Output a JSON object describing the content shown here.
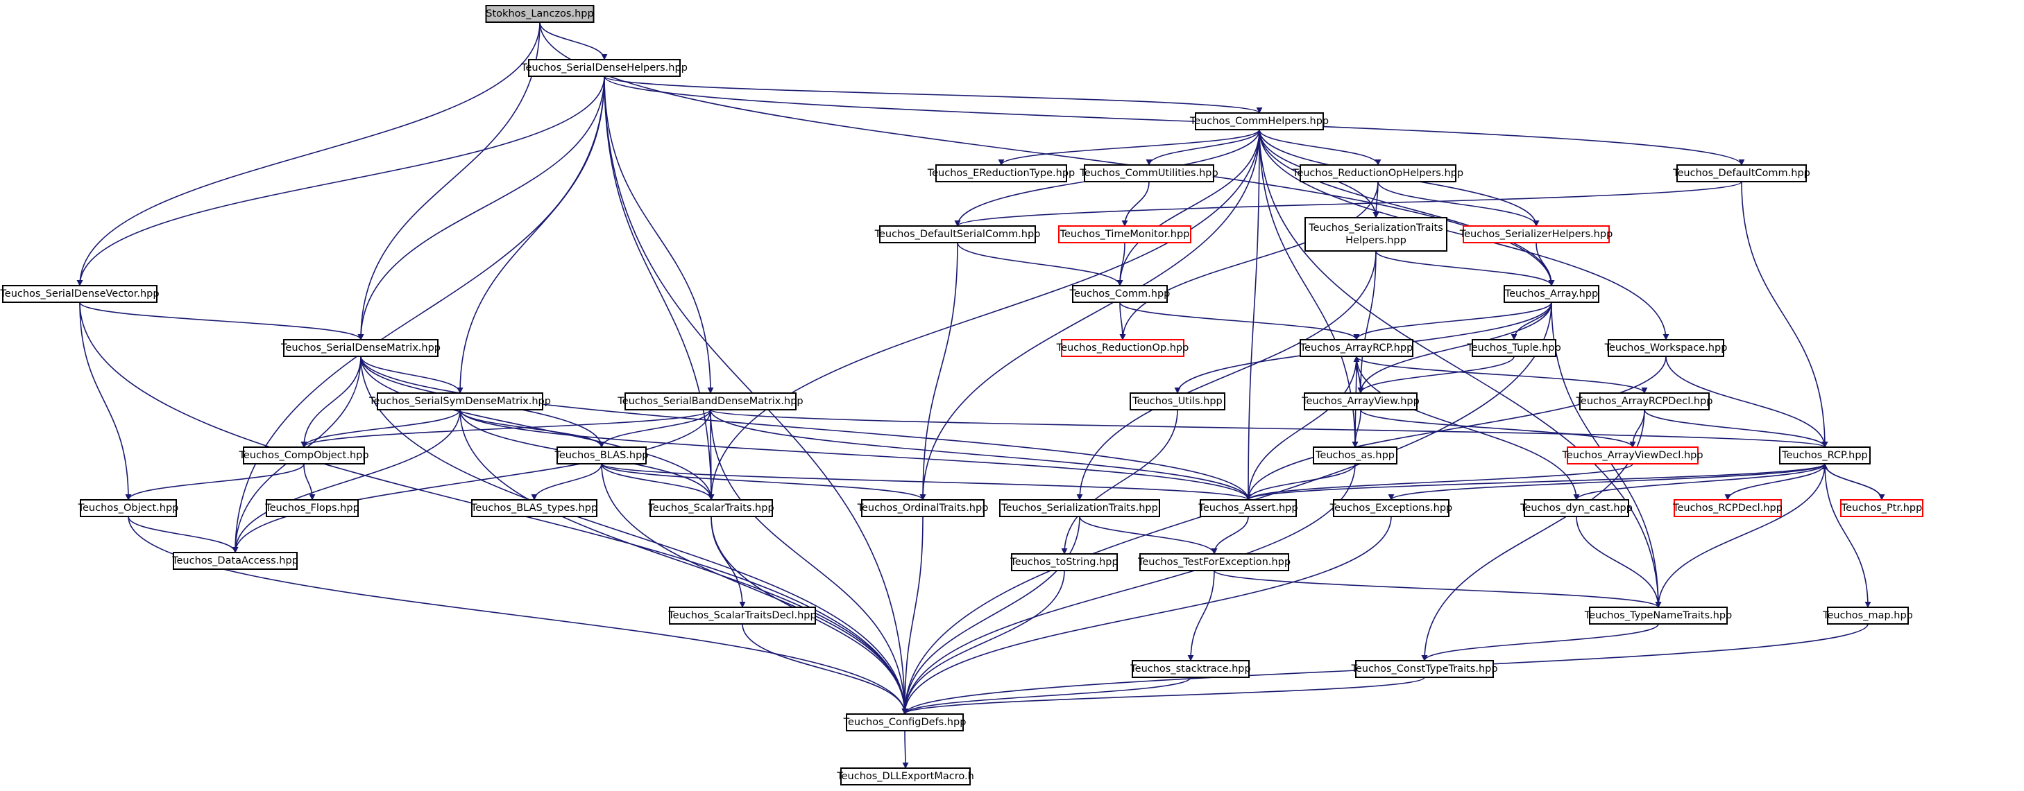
{
  "graph": {
    "root": "Stokhos_Lanczos.hpp",
    "edge_color": "#191970",
    "truncated_border_color": "#ff0000",
    "root_fill": "#bfbfbf",
    "nodes": [
      {
        "id": "lanczos",
        "label": "Stokhos_Lanczos.hpp",
        "root": true
      },
      {
        "id": "sdh",
        "label": "Teuchos_SerialDenseHelpers.hpp"
      },
      {
        "id": "commh",
        "label": "Teuchos_CommHelpers.hpp"
      },
      {
        "id": "ered",
        "label": "Teuchos_EReductionType.hpp"
      },
      {
        "id": "commutil",
        "label": "Teuchos_CommUtilities.hpp"
      },
      {
        "id": "redoph",
        "label": "Teuchos_ReductionOpHelpers.hpp"
      },
      {
        "id": "defcomm",
        "label": "Teuchos_DefaultComm.hpp"
      },
      {
        "id": "timemon",
        "label": "Teuchos_TimeMonitor.hpp",
        "truncated": true
      },
      {
        "id": "defserial",
        "label": "Teuchos_DefaultSerialComm.hpp"
      },
      {
        "id": "sertraitsh",
        "label": "Teuchos_SerializationTraits\nHelpers.hpp"
      },
      {
        "id": "serialh",
        "label": "Teuchos_SerializerHelpers.hpp",
        "truncated": true
      },
      {
        "id": "sdv",
        "label": "Teuchos_SerialDenseVector.hpp"
      },
      {
        "id": "comm",
        "label": "Teuchos_Comm.hpp"
      },
      {
        "id": "array",
        "label": "Teuchos_Array.hpp"
      },
      {
        "id": "sdm",
        "label": "Teuchos_SerialDenseMatrix.hpp"
      },
      {
        "id": "redop",
        "label": "Teuchos_ReductionOp.hpp",
        "truncated": true
      },
      {
        "id": "arcp",
        "label": "Teuchos_ArrayRCP.hpp"
      },
      {
        "id": "tuple",
        "label": "Teuchos_Tuple.hpp"
      },
      {
        "id": "workspace",
        "label": "Teuchos_Workspace.hpp"
      },
      {
        "id": "ssdm",
        "label": "Teuchos_SerialSymDenseMatrix.hpp"
      },
      {
        "id": "sbdm",
        "label": "Teuchos_SerialBandDenseMatrix.hpp"
      },
      {
        "id": "utils",
        "label": "Teuchos_Utils.hpp"
      },
      {
        "id": "arrayview",
        "label": "Teuchos_ArrayView.hpp"
      },
      {
        "id": "arcpdecl",
        "label": "Teuchos_ArrayRCPDecl.hpp"
      },
      {
        "id": "compobj",
        "label": "Teuchos_CompObject.hpp"
      },
      {
        "id": "blas",
        "label": "Teuchos_BLAS.hpp"
      },
      {
        "id": "as",
        "label": "Teuchos_as.hpp"
      },
      {
        "id": "avdecl",
        "label": "Teuchos_ArrayViewDecl.hpp",
        "truncated": true
      },
      {
        "id": "rcp",
        "label": "Teuchos_RCP.hpp"
      },
      {
        "id": "flops",
        "label": "Teuchos_Flops.hpp"
      },
      {
        "id": "object",
        "label": "Teuchos_Object.hpp"
      },
      {
        "id": "blastypes",
        "label": "Teuchos_BLAS_types.hpp"
      },
      {
        "id": "scalar",
        "label": "Teuchos_ScalarTraits.hpp"
      },
      {
        "id": "ordinal",
        "label": "Teuchos_OrdinalTraits.hpp"
      },
      {
        "id": "sertraits",
        "label": "Teuchos_SerializationTraits.hpp"
      },
      {
        "id": "assert",
        "label": "Teuchos_Assert.hpp"
      },
      {
        "id": "exceptions",
        "label": "Teuchos_Exceptions.hpp"
      },
      {
        "id": "dyncast",
        "label": "Teuchos_dyn_cast.hpp"
      },
      {
        "id": "rcpdecl",
        "label": "Teuchos_RCPDecl.hpp",
        "truncated": true
      },
      {
        "id": "ptr",
        "label": "Teuchos_Ptr.hpp",
        "truncated": true
      },
      {
        "id": "dataaccess",
        "label": "Teuchos_DataAccess.hpp"
      },
      {
        "id": "tostring",
        "label": "Teuchos_toString.hpp"
      },
      {
        "id": "testforexc",
        "label": "Teuchos_TestForException.hpp"
      },
      {
        "id": "scalardecl",
        "label": "Teuchos_ScalarTraitsDecl.hpp"
      },
      {
        "id": "typename",
        "label": "Teuchos_TypeNameTraits.hpp"
      },
      {
        "id": "map",
        "label": "Teuchos_map.hpp"
      },
      {
        "id": "stacktrace",
        "label": "Teuchos_stacktrace.hpp"
      },
      {
        "id": "consttype",
        "label": "Teuchos_ConstTypeTraits.hpp"
      },
      {
        "id": "configdefs",
        "label": "Teuchos_ConfigDefs.hpp"
      },
      {
        "id": "dllexport",
        "label": "Teuchos_DLLExportMacro.h"
      }
    ],
    "edges": [
      [
        "lanczos",
        "sdh"
      ],
      [
        "lanczos",
        "sdv"
      ],
      [
        "lanczos",
        "sdm"
      ],
      [
        "lanczos",
        "array"
      ],
      [
        "sdh",
        "commh"
      ],
      [
        "sdh",
        "sdv"
      ],
      [
        "sdh",
        "sdm"
      ],
      [
        "sdh",
        "ssdm"
      ],
      [
        "sdh",
        "sbdm"
      ],
      [
        "sdh",
        "defcomm"
      ],
      [
        "sdh",
        "dataaccess"
      ],
      [
        "sdh",
        "scalar"
      ],
      [
        "sdh",
        "configdefs"
      ],
      [
        "commh",
        "ered"
      ],
      [
        "commh",
        "commutil"
      ],
      [
        "commh",
        "redoph"
      ],
      [
        "commh",
        "defserial"
      ],
      [
        "commh",
        "sertraitsh"
      ],
      [
        "commh",
        "serialh"
      ],
      [
        "commh",
        "comm"
      ],
      [
        "commh",
        "array"
      ],
      [
        "commh",
        "workspace"
      ],
      [
        "commh",
        "as"
      ],
      [
        "commh",
        "ordinal"
      ],
      [
        "commh",
        "scalar"
      ],
      [
        "commh",
        "assert"
      ],
      [
        "commh",
        "typename"
      ],
      [
        "commutil",
        "timemon"
      ],
      [
        "redoph",
        "serialh"
      ],
      [
        "redoph",
        "sertraitsh"
      ],
      [
        "redoph",
        "redop"
      ],
      [
        "defcomm",
        "defserial"
      ],
      [
        "defcomm",
        "rcp"
      ],
      [
        "defserial",
        "comm"
      ],
      [
        "defserial",
        "ordinal"
      ],
      [
        "timemon",
        "comm"
      ],
      [
        "sertraitsh",
        "array"
      ],
      [
        "sertraitsh",
        "sertraits"
      ],
      [
        "sertraitsh",
        "arrayview"
      ],
      [
        "serialh",
        "array"
      ],
      [
        "sdv",
        "sdm"
      ],
      [
        "sdv",
        "object"
      ],
      [
        "sdv",
        "configdefs"
      ],
      [
        "comm",
        "redop"
      ],
      [
        "comm",
        "arcp"
      ],
      [
        "array",
        "arcp"
      ],
      [
        "array",
        "tuple"
      ],
      [
        "array",
        "utils"
      ],
      [
        "array",
        "arrayview"
      ],
      [
        "array",
        "typename"
      ],
      [
        "array",
        "configdefs"
      ],
      [
        "sdm",
        "ssdm"
      ],
      [
        "sdm",
        "compobj"
      ],
      [
        "sdm",
        "blas"
      ],
      [
        "sdm",
        "dataaccess"
      ],
      [
        "sdm",
        "scalar"
      ],
      [
        "sdm",
        "assert"
      ],
      [
        "sdm",
        "configdefs"
      ],
      [
        "arcp",
        "arrayview"
      ],
      [
        "arcp",
        "arcpdecl"
      ],
      [
        "arcp",
        "as"
      ],
      [
        "arcp",
        "assert"
      ],
      [
        "arcp",
        "dyncast"
      ],
      [
        "tuple",
        "arrayview"
      ],
      [
        "workspace",
        "rcp"
      ],
      [
        "workspace",
        "assert"
      ],
      [
        "ssdm",
        "compobj"
      ],
      [
        "ssdm",
        "blas"
      ],
      [
        "ssdm",
        "dataaccess"
      ],
      [
        "ssdm",
        "scalar"
      ],
      [
        "ssdm",
        "assert"
      ],
      [
        "ssdm",
        "configdefs"
      ],
      [
        "sbdm",
        "compobj"
      ],
      [
        "sbdm",
        "blas"
      ],
      [
        "sbdm",
        "dataaccess"
      ],
      [
        "sbdm",
        "scalar"
      ],
      [
        "sbdm",
        "assert"
      ],
      [
        "sbdm",
        "rcp"
      ],
      [
        "sbdm",
        "configdefs"
      ],
      [
        "utils",
        "tostring"
      ],
      [
        "arrayview",
        "arcp"
      ],
      [
        "arrayview",
        "avdecl"
      ],
      [
        "arrayview",
        "as"
      ],
      [
        "arcpdecl",
        "avdecl"
      ],
      [
        "arcpdecl",
        "rcp"
      ],
      [
        "arcpdecl",
        "consttype"
      ],
      [
        "compobj",
        "flops"
      ],
      [
        "compobj",
        "object"
      ],
      [
        "blas",
        "blastypes"
      ],
      [
        "blas",
        "scalar"
      ],
      [
        "blas",
        "ordinal"
      ],
      [
        "blas",
        "assert"
      ],
      [
        "blas",
        "configdefs"
      ],
      [
        "as",
        "assert"
      ],
      [
        "as",
        "configdefs"
      ],
      [
        "avdecl",
        "assert"
      ],
      [
        "rcp",
        "rcpdecl"
      ],
      [
        "rcp",
        "ptr"
      ],
      [
        "rcp",
        "assert"
      ],
      [
        "rcp",
        "exceptions"
      ],
      [
        "rcp",
        "dyncast"
      ],
      [
        "rcp",
        "map"
      ],
      [
        "rcp",
        "typename"
      ],
      [
        "ptr",
        "rcp"
      ],
      [
        "object",
        "dataaccess"
      ],
      [
        "object",
        "configdefs"
      ],
      [
        "scalar",
        "scalardecl"
      ],
      [
        "scalar",
        "configdefs"
      ],
      [
        "ordinal",
        "configdefs"
      ],
      [
        "sertraits",
        "testforexc"
      ],
      [
        "sertraits",
        "configdefs"
      ],
      [
        "assert",
        "testforexc"
      ],
      [
        "exceptions",
        "configdefs"
      ],
      [
        "dyncast",
        "typename"
      ],
      [
        "tostring",
        "configdefs"
      ],
      [
        "testforexc",
        "stacktrace"
      ],
      [
        "testforexc",
        "typename"
      ],
      [
        "scalardecl",
        "configdefs"
      ],
      [
        "typename",
        "consttype"
      ],
      [
        "map",
        "configdefs"
      ],
      [
        "stacktrace",
        "configdefs"
      ],
      [
        "consttype",
        "configdefs"
      ],
      [
        "configdefs",
        "dllexport"
      ]
    ]
  }
}
